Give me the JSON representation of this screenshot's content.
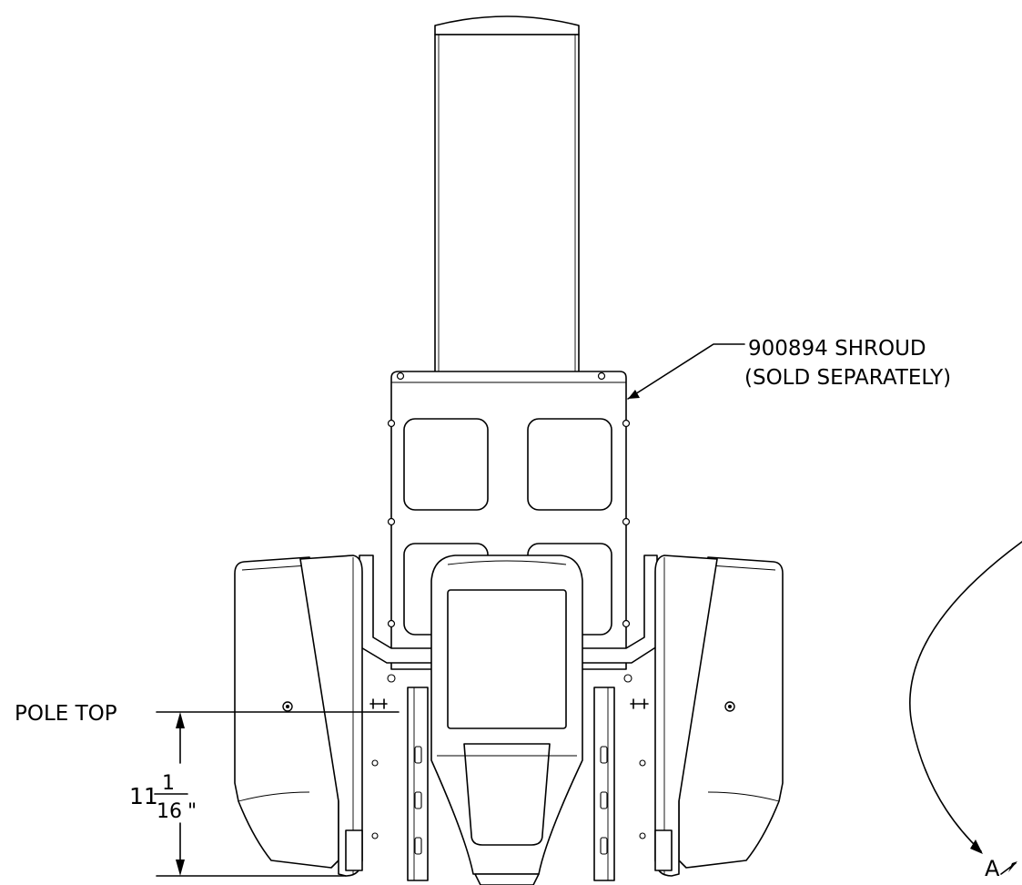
{
  "callouts": {
    "shroud_part": "900894 SHROUD",
    "shroud_note": "(SOLD SEPARATELY)",
    "pole_top": "POLE TOP",
    "section_mark": "A"
  },
  "dimension": {
    "whole": "11",
    "numerator": "1",
    "denominator": "16",
    "unit": "\""
  }
}
